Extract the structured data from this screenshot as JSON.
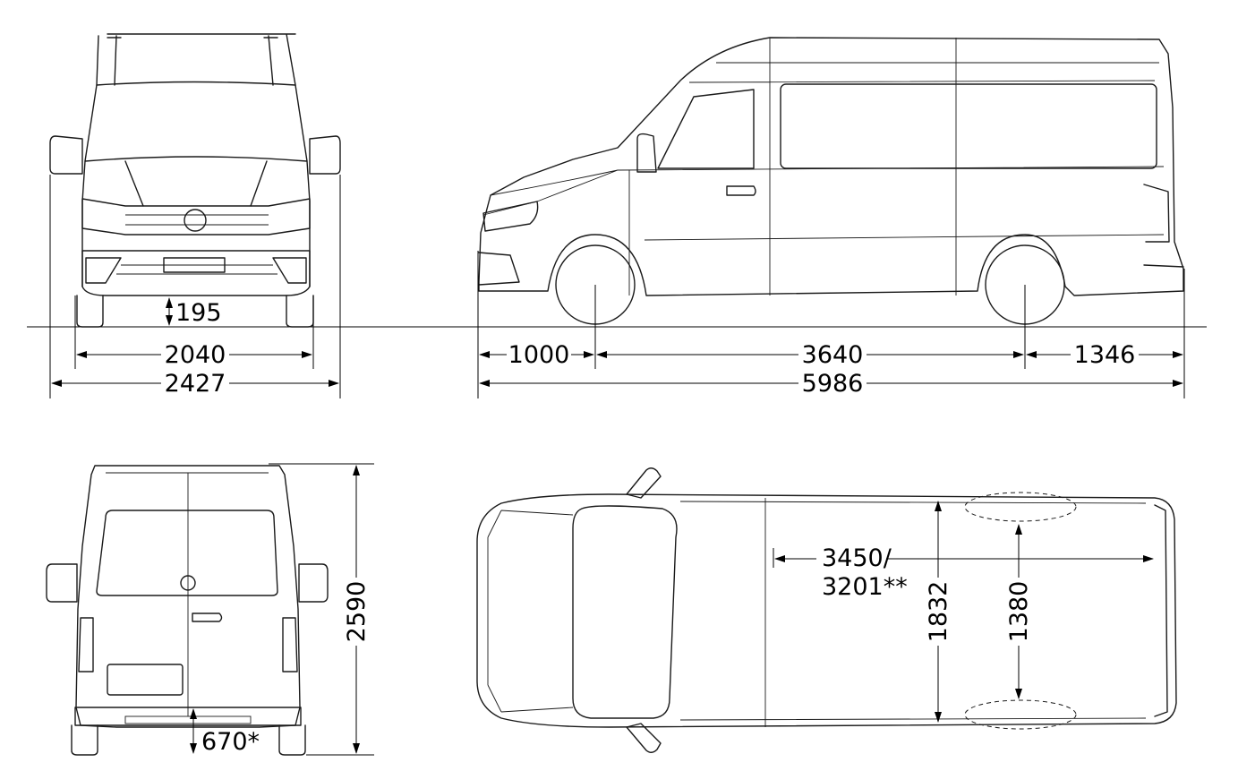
{
  "front_view": {
    "ground_clearance": "195",
    "track_width": "2040",
    "overall_width": "2427"
  },
  "side_view": {
    "front_overhang": "1000",
    "wheelbase": "3640",
    "rear_overhang": "1346",
    "overall_length": "5986"
  },
  "rear_view": {
    "overall_height": "2590",
    "loading_height": "670*"
  },
  "top_view": {
    "cargo_length_line1": "3450/",
    "cargo_length_line2": "3201**",
    "cargo_width": "1832",
    "width_between_arches": "1380"
  }
}
